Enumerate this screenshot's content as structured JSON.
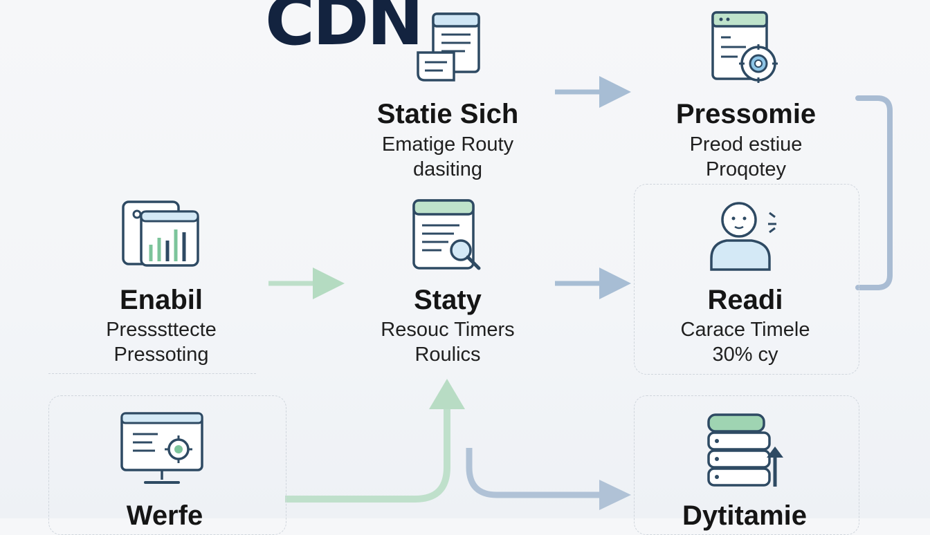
{
  "header": {
    "title": "CDN"
  },
  "colors": {
    "navy": "#13233f",
    "icon_stroke": "#2e4a63",
    "green_accent": "#7cc49b",
    "blue_arrow": "#9fb6cf",
    "green_arrow": "#b9dcc6",
    "dashed_border": "#cfd5dc"
  },
  "nodes": [
    {
      "id": "static",
      "icon": "document-icon",
      "title": "Statie Sich",
      "lines": [
        "Ematige Routy",
        "dasiting"
      ]
    },
    {
      "id": "pressomie",
      "icon": "settings-document-icon",
      "title": "Pressomie",
      "lines": [
        "Preod estiue",
        "Proqotey"
      ]
    },
    {
      "id": "enabil",
      "icon": "analytics-chart-icon",
      "title": "Enabil",
      "lines": [
        "Presssttecte",
        "Pressoting"
      ]
    },
    {
      "id": "staty",
      "icon": "search-document-icon",
      "title": "Staty",
      "lines": [
        "Resouc Timers",
        "Roulics"
      ]
    },
    {
      "id": "readi",
      "icon": "user-icon",
      "title": "Readi",
      "lines": [
        "Carace Timele",
        "30% cy"
      ]
    },
    {
      "id": "werfe",
      "icon": "monitor-settings-icon",
      "title": "Werfe",
      "lines": []
    },
    {
      "id": "dytitamie",
      "icon": "database-upload-icon",
      "title": "Dytitamie",
      "lines": []
    }
  ]
}
